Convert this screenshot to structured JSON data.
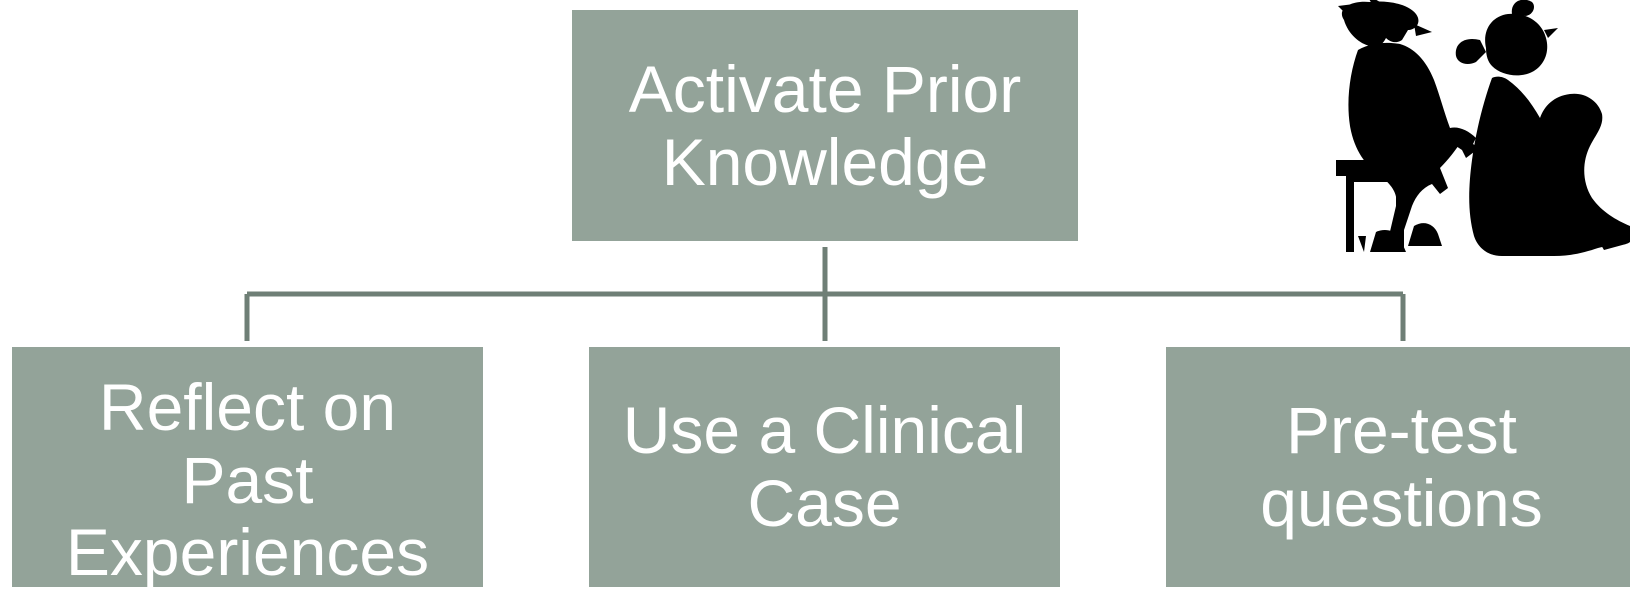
{
  "diagram": {
    "root": {
      "label": "Activate Prior\nKnowledge"
    },
    "children": [
      {
        "label": "Reflect on\nPast\nExperiences"
      },
      {
        "label": "Use a Clinical\nCase"
      },
      {
        "label": "Pre-test\nquestions"
      }
    ],
    "colors": {
      "box_fill": "#93a399",
      "box_text": "#ffffff",
      "connector": "#6f7f76",
      "clipart": "#000000"
    },
    "clipart_icon": "silhouette-two-figures-icon"
  }
}
